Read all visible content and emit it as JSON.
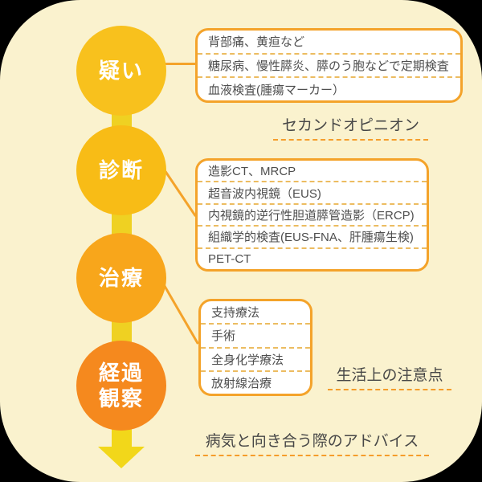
{
  "flow": {
    "steps": [
      {
        "id": "suspicion",
        "label": "疑い",
        "color": "#F8C11D"
      },
      {
        "id": "diagnosis",
        "label": "診断",
        "color": "#F8BC16"
      },
      {
        "id": "treatment",
        "label": "治療",
        "color": "#F8A61B"
      },
      {
        "id": "follow-up",
        "label": "経過観察",
        "color": "#F5891E"
      }
    ],
    "connector_bar_color": "#EFD122",
    "arrow_color": "#F2D71A"
  },
  "detail_boxes": [
    {
      "name": "suspicion-findings",
      "items": [
        "背部痛、黄疸など",
        "糖尿病、慢性膵炎、膵のう胞などで定期検査",
        "血液検査(腫瘍マーカー）"
      ]
    },
    {
      "name": "diagnosis-tests",
      "items": [
        "造影CT、MRCP",
        "超音波内視鏡（EUS)",
        "内視鏡的逆行性胆道膵管造影（ERCP)",
        "組織学的検査(EUS-FNA、肝腫瘍生検)",
        "PET-CT"
      ]
    },
    {
      "name": "treatment-options",
      "items": [
        "支持療法",
        "手術",
        "全身化学療法",
        "放射線治療"
      ]
    }
  ],
  "side_labels": [
    {
      "text": "セカンドオピニオン"
    },
    {
      "text": "生活上の注意点"
    },
    {
      "text": "病気と向き合う際のアドバイス"
    }
  ],
  "colors": {
    "page_background": "#000000",
    "card_background": "#FAF2CE",
    "box_border": "#F4A32A",
    "box_separator_dash": "#ECBC61",
    "label_underline_dash": "#F59D2B",
    "box_text": "#4E4E4E",
    "label_text": "#474747",
    "circle_text": "#FFFFFF"
  }
}
